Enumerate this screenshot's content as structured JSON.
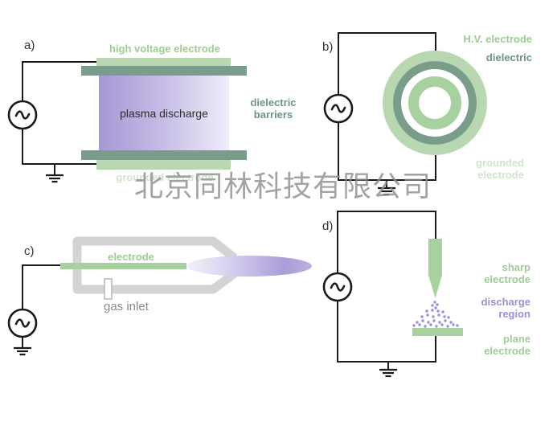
{
  "watermark": "北京同林科技有限公司",
  "colors": {
    "light_green": "#b9d8b2",
    "medium_green": "#a8d19f",
    "green_label_text": "#9ecb96",
    "pale_green_label_text": "#cfe5ca",
    "dark_teal": "#7a9c8b",
    "teal_label_text": "#6d9480",
    "plasma_purple": "#a698d4",
    "purple_label_text": "#9c90d8",
    "discharge_dots": "#9c8fd6",
    "tube_gray": "#d3d3d3",
    "wire_black": "#1a1a1a",
    "watermark_gray": "#8f8f8f"
  },
  "panel_a": {
    "label": "a)",
    "top_electrode_label": "high voltage electrode",
    "plasma_label": "plasma discharge",
    "dielectric_label_line1": "dielectric",
    "dielectric_label_line2": "barriers",
    "bottom_electrode_label": "grounded electrode"
  },
  "panel_b": {
    "label": "b)",
    "hv_electrode_label": "H.V. electrode",
    "dielectric_label": "dielectric",
    "grounded_label_line1": "grounded",
    "grounded_label_line2": "electrode"
  },
  "panel_c": {
    "label": "c)",
    "electrode_label": "electrode",
    "gas_inlet_label": "gas inlet"
  },
  "panel_d": {
    "label": "d)",
    "sharp_label_line1": "sharp",
    "sharp_label_line2": "electrode",
    "discharge_label_line1": "discharge",
    "discharge_label_line2": "region",
    "plane_label_line1": "plane",
    "plane_label_line2": "electrode"
  }
}
